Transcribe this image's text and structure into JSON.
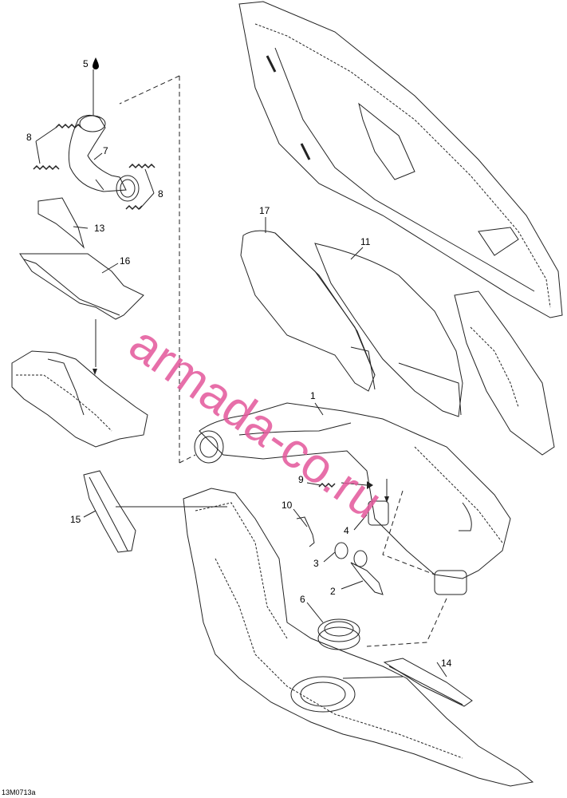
{
  "figure_code": "13M0713a",
  "watermark": "armada-co.ru",
  "callouts": {
    "c1": "1",
    "c2": "2",
    "c3": "3",
    "c4": "4",
    "c5": "5",
    "c6": "6",
    "c7": "7",
    "c8a": "8",
    "c8b": "8",
    "c9": "9",
    "c10": "10",
    "c11": "11",
    "c13": "13",
    "c14": "14",
    "c15": "15",
    "c16": "16",
    "c17": "17"
  },
  "icons": {
    "oil_drop": "oil-drop-icon"
  }
}
